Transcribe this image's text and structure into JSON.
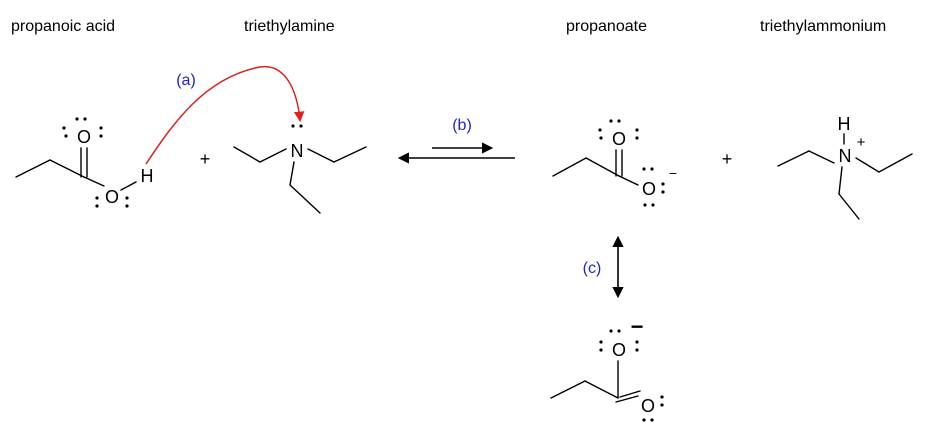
{
  "labels": {
    "propanoic_acid": "propanoic acid",
    "triethylamine": "triethylamine",
    "propanoate": "propanoate",
    "triethylammonium": "triethylammonium"
  },
  "steps": {
    "a": "(a)",
    "b": "(b)",
    "c": "(c)"
  },
  "atoms": {
    "oxygen": "O",
    "hydrogen": "H",
    "nitrogen": "N"
  },
  "symbols": {
    "plus": "+",
    "minus": "−"
  },
  "colors": {
    "step_label": "#2222cc",
    "curved_arrow": "#e02020",
    "ink": "#000000"
  }
}
